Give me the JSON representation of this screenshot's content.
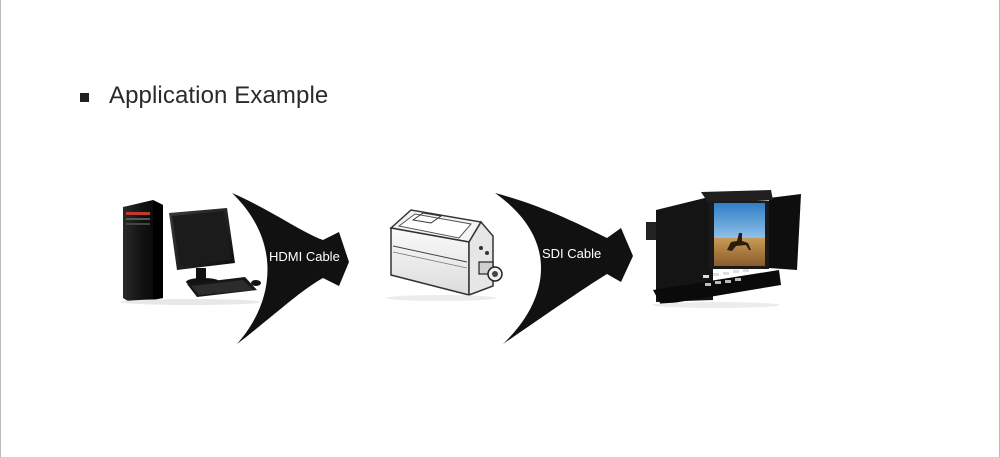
{
  "section": {
    "title": "Application Example"
  },
  "diagram": {
    "links": [
      {
        "label": "HDMI Cable"
      },
      {
        "label": "SDI Cable"
      }
    ],
    "devices": {
      "source": "desktop-computer-icon",
      "converter": "hdmi-to-sdi-converter-icon",
      "display": "field-monitor-icon"
    }
  }
}
